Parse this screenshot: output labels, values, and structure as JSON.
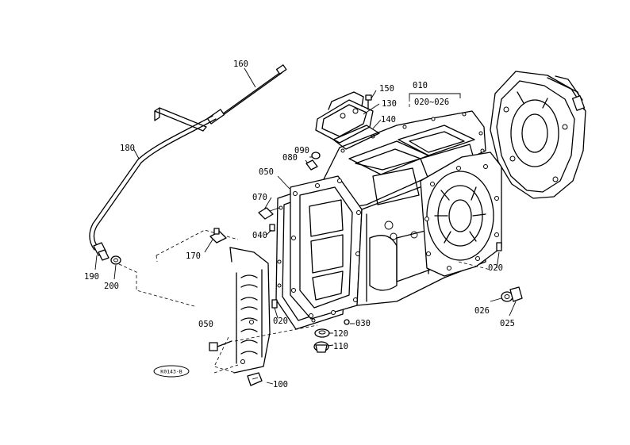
{
  "diagram_code": "K0143-B",
  "part_labels": {
    "p160": "160",
    "p150": "150",
    "p010": "010",
    "p020_026": "020~026",
    "p130": "130",
    "p140": "140",
    "p180": "180",
    "p090": "090",
    "p080": "080",
    "p050a": "050",
    "p070": "070",
    "p040": "040",
    "p170": "170",
    "p190": "190",
    "p200": "200",
    "p020a": "020",
    "p020b": "020",
    "p026": "026",
    "p025": "025",
    "p030": "030",
    "p120": "120",
    "p110": "110",
    "p050b": "050",
    "p100": "100"
  }
}
